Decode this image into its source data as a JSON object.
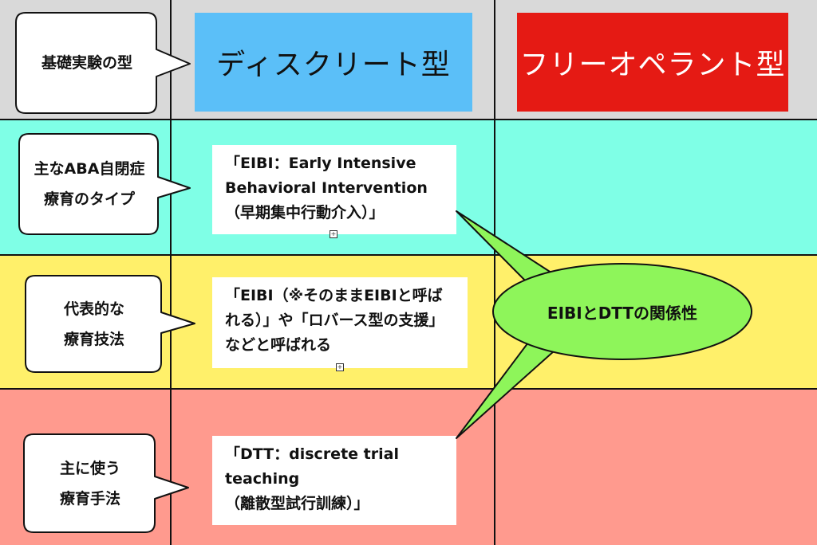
{
  "colors": {
    "header_band": "#d9d9d9",
    "row1_band": "#7fffe6",
    "row2_band": "#fff06a",
    "row3_band": "#ff9a8e",
    "discrete_header": "#5bbff8",
    "free_header": "#e51a14",
    "ellipse": "#8ef55a"
  },
  "headers": {
    "discrete": "ディスクリート型",
    "free_operant": "フリーオペラント型"
  },
  "row_labels": [
    {
      "text": "基礎実験の型"
    },
    {
      "text": "主なABA自閉症\n療育のタイプ"
    },
    {
      "text": "代表的な\n療育技法"
    },
    {
      "text": "主に使う\n療育手法"
    }
  ],
  "cells": [
    {
      "text": "「EIBI：Early Intensive\nBehavioral Intervention\n（早期集中行動介入）」"
    },
    {
      "text": "「EIBI（※そのままEIBIと呼ば\nれる）」や「ロバース型の支援」\nなどと呼ばれる"
    },
    {
      "text": "「DTT：discrete trial\nteaching\n（離散型試行訓練）」"
    }
  ],
  "relation_label": "EIBIとDTTの関係性",
  "icons": {
    "expander_1": "expand-icon",
    "expander_2": "expand-icon"
  }
}
